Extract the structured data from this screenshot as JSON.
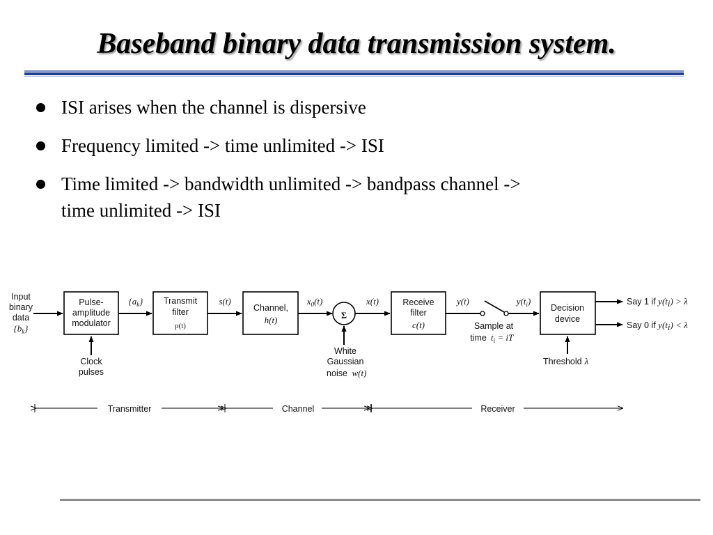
{
  "slide": {
    "title": "Baseband binary data transmission system."
  },
  "bullets": [
    {
      "line1": "ISI arises when the channel is dispersive",
      "line2": ""
    },
    {
      "line1": "Frequency limited -> time unlimited -> ISI",
      "line2": ""
    },
    {
      "line1": "Time limited -> bandwidth unlimited -> bandpass channel ->",
      "line2": "time unlimited -> ISI"
    }
  ],
  "diagram": {
    "input": [
      "Input",
      "binary",
      "data"
    ],
    "input_symbol": "{b",
    "input_sub": "k",
    "input_close": "}",
    "pam": [
      "Pulse-",
      "amplitude",
      "modulator"
    ],
    "clock": [
      "Clock",
      "pulses"
    ],
    "ak_open": "{a",
    "ak_sub": "k",
    "ak_close": "}",
    "transmit": [
      "Transmit",
      "filter",
      "p(t)"
    ],
    "st": "s(t)",
    "channel": [
      "Channel,",
      "h(t)"
    ],
    "x0_a": "x",
    "x0_sub": "0",
    "x0_b": "(t)",
    "sum_symbol": "Σ",
    "noise": [
      "White",
      "Gaussian",
      "noise"
    ],
    "noise_wt": "w(t)",
    "xt": "x(t)",
    "receive": [
      "Receive",
      "filter",
      "c(t)"
    ],
    "yt": "y(t)",
    "yti_a": "y(t",
    "yti_sub": "i",
    "yti_b": ")",
    "sample": [
      "Sample at",
      "time"
    ],
    "sample_eq_a": "t",
    "sample_eq_sub": "i",
    "sample_eq_b": " = iT",
    "decision": [
      "Decision",
      "device"
    ],
    "threshold": "Threshold",
    "lambda": "λ",
    "say1_text": "Say 1  if ",
    "say1_math": "y(t",
    "say1_tail": ") > λ",
    "say0_text": "Say 0  if ",
    "say0_math": "y(t",
    "say0_tail": ") < λ",
    "section_tx": "Transmitter",
    "section_ch": "Channel",
    "section_rx": "Receiver"
  }
}
